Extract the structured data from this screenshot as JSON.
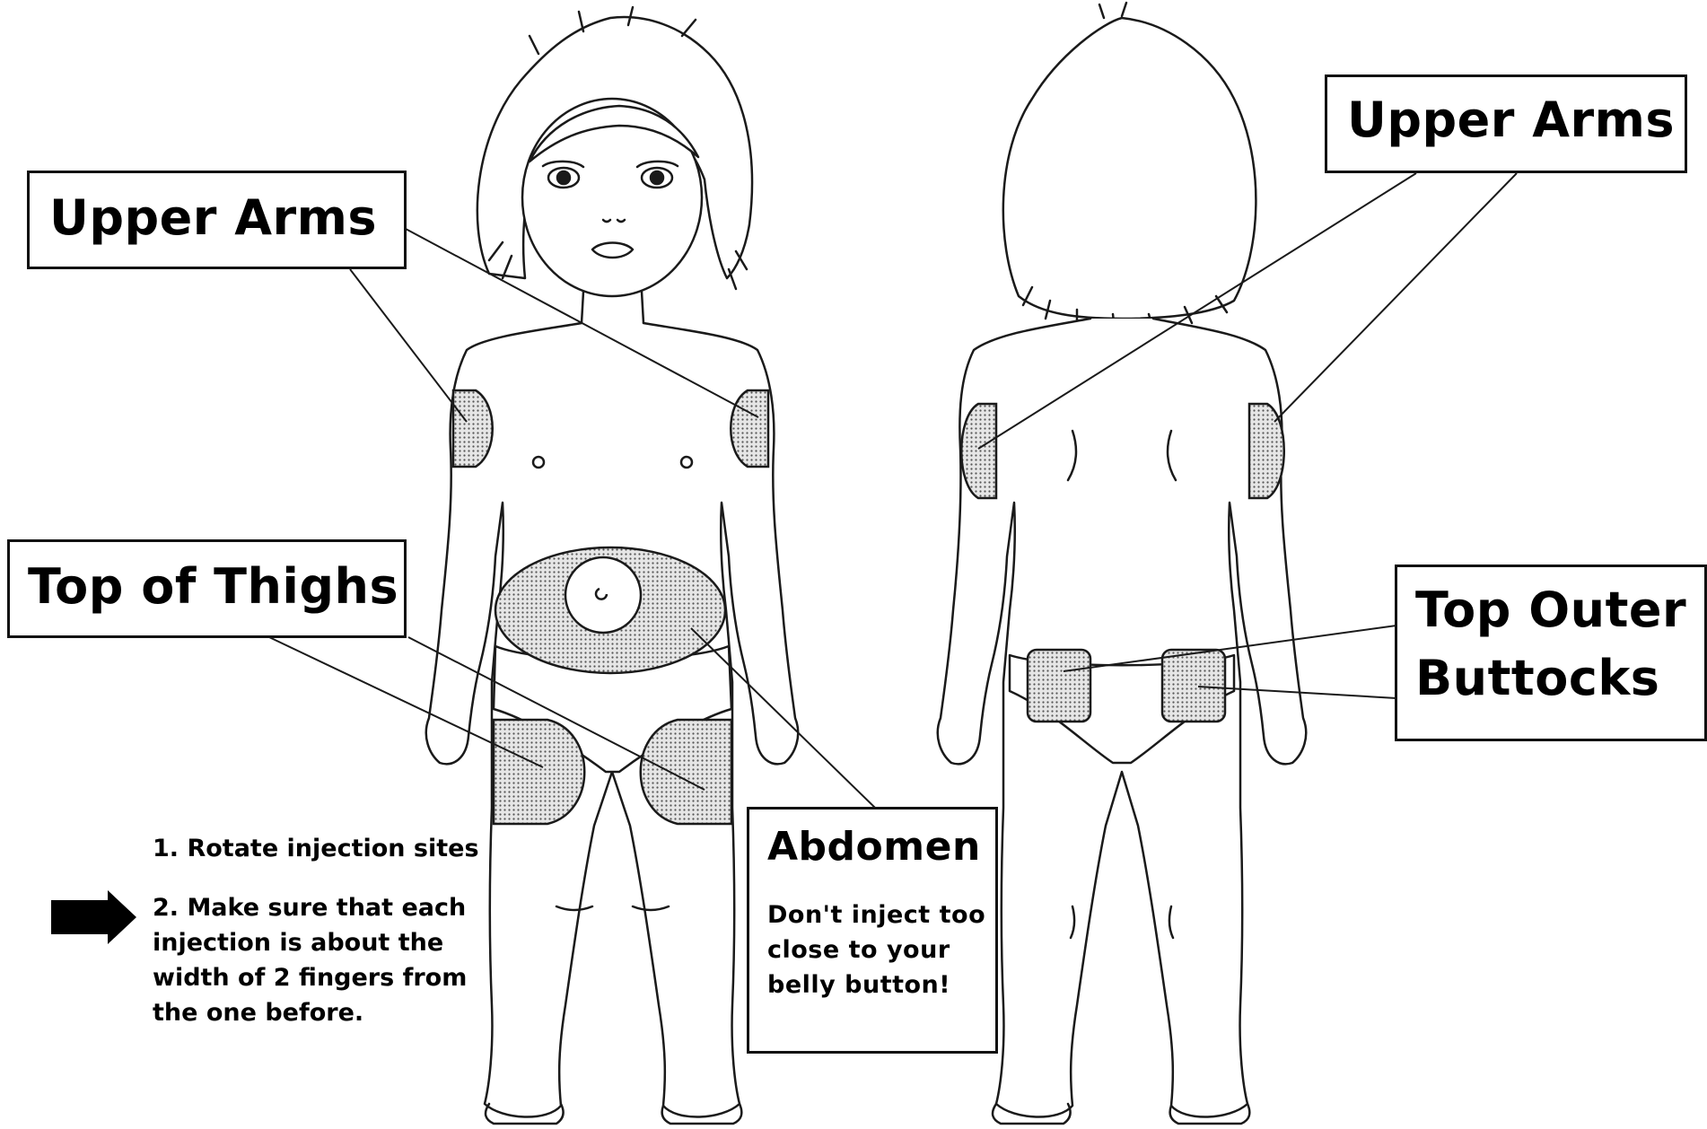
{
  "labels": {
    "upper_arms_left": "Upper Arms",
    "upper_arms_right": "Upper Arms",
    "top_of_thighs": "Top of Thighs",
    "top_outer_buttocks_line1": "Top Outer",
    "top_outer_buttocks_line2": "Buttocks",
    "abdomen": "Abdomen",
    "abdomen_note_line1": "Don't inject too",
    "abdomen_note_line2": "close to your",
    "abdomen_note_line3": "belly button!"
  },
  "instructions": {
    "step1": "1. Rotate injection sites",
    "step2_line1": "2. Make sure that each",
    "step2_line2": "injection is about the",
    "step2_line3": "width of 2 fingers from",
    "step2_line4": "the one before."
  },
  "figures": {
    "front": "child-front-view",
    "back": "child-back-view"
  },
  "colors": {
    "line": "#1a1a1a",
    "site_fill": "#cfcfcf",
    "background": "#ffffff"
  }
}
